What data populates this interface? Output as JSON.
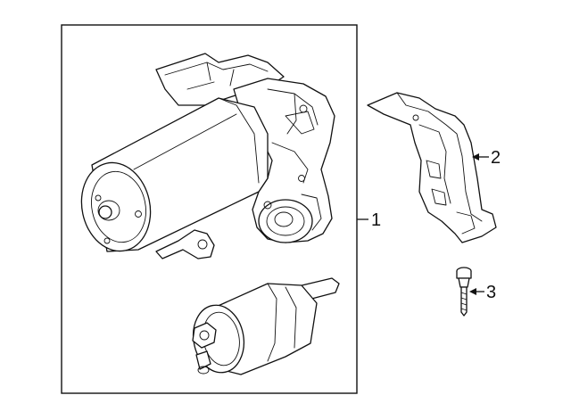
{
  "callouts": [
    {
      "id": "1",
      "label": "1"
    },
    {
      "id": "2",
      "label": "2"
    },
    {
      "id": "3",
      "label": "3"
    }
  ],
  "parts": [
    {
      "callout": "1",
      "icon": "starter-motor-assembly-icon"
    },
    {
      "callout": "1",
      "icon": "solenoid-icon"
    },
    {
      "callout": "2",
      "icon": "bracket-icon"
    },
    {
      "callout": "3",
      "icon": "bolt-icon"
    }
  ]
}
